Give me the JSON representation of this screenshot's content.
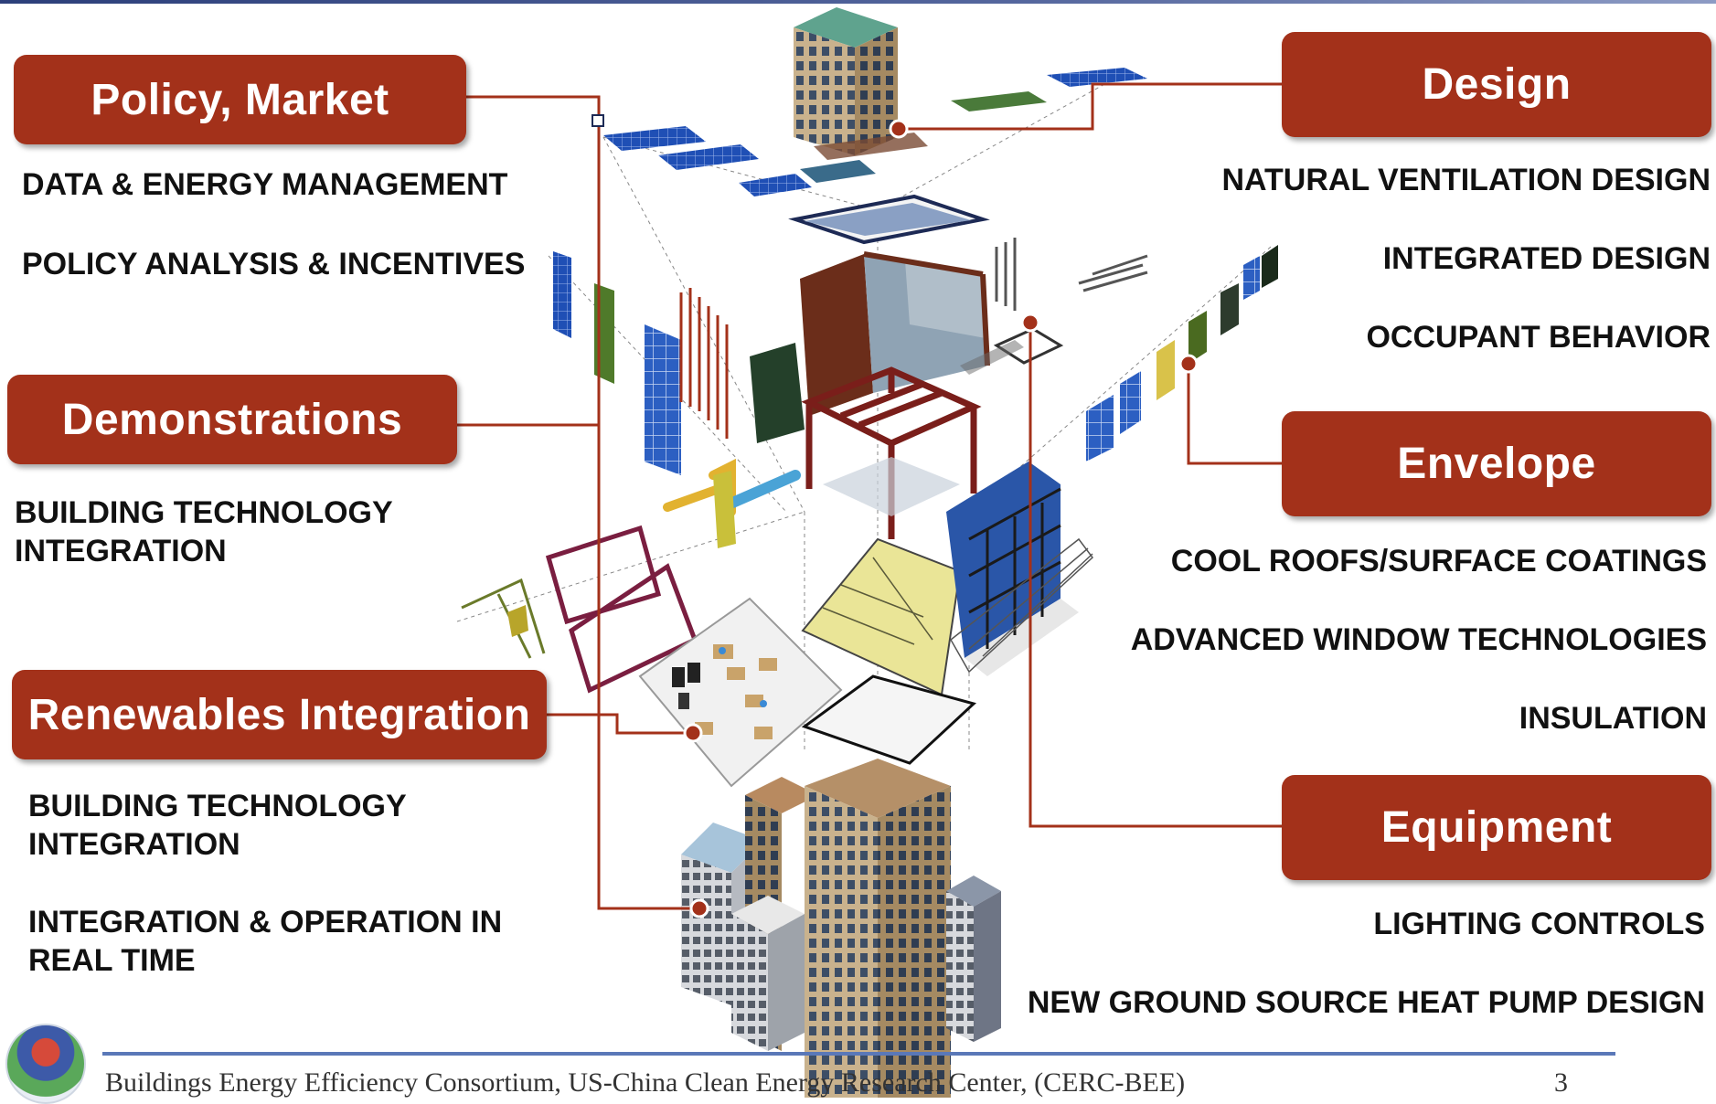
{
  "categories": {
    "policy_market": {
      "label": "Policy, Market",
      "items": [
        "DATA & ENERGY MANAGEMENT",
        "POLICY ANALYSIS & INCENTIVES"
      ]
    },
    "demonstrations": {
      "label": "Demonstrations",
      "items": [
        "BUILDING TECHNOLOGY\nINTEGRATION"
      ]
    },
    "renewables": {
      "label": "Renewables Integration",
      "items": [
        "BUILDING TECHNOLOGY\nINTEGRATION",
        "INTEGRATION & OPERATION IN\nREAL TIME"
      ]
    },
    "design": {
      "label": "Design",
      "items": [
        "NATURAL VENTILATION DESIGN",
        "INTEGRATED DESIGN",
        "OCCUPANT BEHAVIOR"
      ]
    },
    "envelope": {
      "label": "Envelope",
      "items": [
        "COOL ROOFS/SURFACE COATINGS",
        "ADVANCED WINDOW TECHNOLOGIES",
        "INSULATION"
      ]
    },
    "equipment": {
      "label": "Equipment",
      "items": [
        "LIGHTING CONTROLS",
        "NEW GROUND SOURCE HEAT PUMP DESIGN"
      ]
    }
  },
  "footer": {
    "text": "Buildings Energy Efficiency Consortium, US-China Clean Energy Research Center, (CERC-BEE)",
    "page": "3"
  },
  "colors": {
    "box": "#a3311a",
    "connector": "#a3311a",
    "footer_rule": "#5a78b8"
  }
}
